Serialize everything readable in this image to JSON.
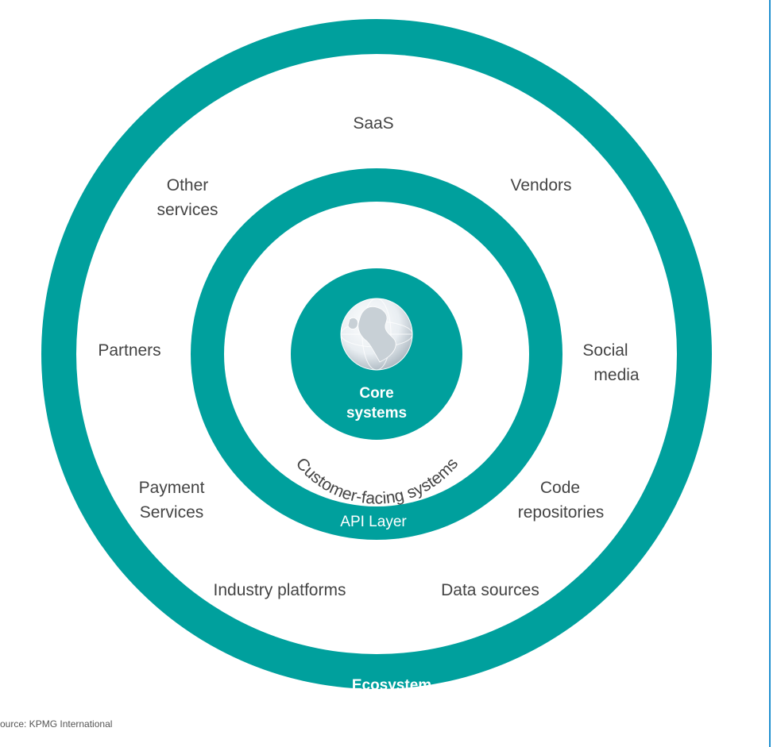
{
  "colors": {
    "teal": "#00a09d",
    "text": "#444444",
    "rule": "#1f8fcf"
  },
  "diagram": {
    "ecosystem_label": "Ecosystem",
    "api_layer_label": "API Layer",
    "customer_facing_label": "Customer-facing systems",
    "core_label_line1": "Core",
    "core_label_line2": "systems",
    "globe_icon": "globe-icon",
    "ecosystem_items": {
      "saas": "SaaS",
      "other_services_line1": "Other",
      "other_services_line2": "services",
      "vendors": "Vendors",
      "partners": "Partners",
      "social_media_line1": "Social",
      "social_media_line2": "media",
      "payment_services_line1": "Payment",
      "payment_services_line2": "Services",
      "code_repositories_line1": "Code",
      "code_repositories_line2": "repositories",
      "industry_platforms": "Industry platforms",
      "data_sources": "Data sources"
    }
  },
  "footer": {
    "source": "ource: KPMG International"
  }
}
